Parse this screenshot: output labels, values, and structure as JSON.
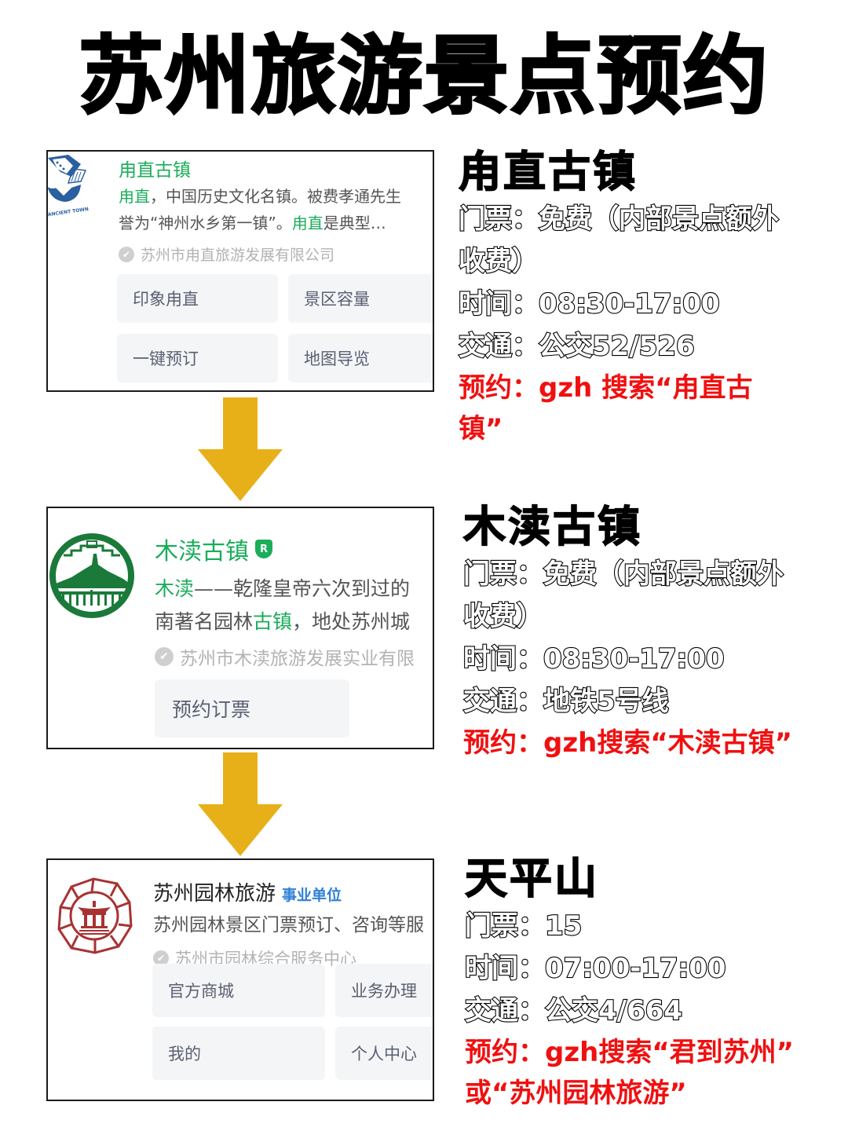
{
  "page": {
    "title": "苏州旅游景点预约"
  },
  "colors": {
    "arrow": "#e8b018",
    "accent_green": "#1aad5a",
    "booking_red": "#f01010",
    "tag_blue": "#2f7fd6"
  },
  "cards": [
    {
      "logo_icon": "luzhi-ancient-town-logo",
      "logo_text": "ANCIENT TOWN",
      "title": "甪直古镇",
      "desc_line1_hl": "甪直",
      "desc_line1_rest": "，中国历史文化名镇。被费孝通先生",
      "desc_line2_pre": "誉为“神州水乡第一镇”。",
      "desc_line2_hl": "甪直",
      "desc_line2_rest": "是典型…",
      "org": "苏州市甪直旅游发展有限公司",
      "menu": [
        "印象甪直",
        "景区容量",
        "一键预订",
        "地图导览"
      ]
    },
    {
      "logo_icon": "mudu-ancient-town-logo",
      "title": "木渎古镇",
      "badge": "R",
      "desc_line1_hl": "木渎",
      "desc_line1_rest": "——乾隆皇帝六次到过的",
      "desc_line2_pre": "南著名园林",
      "desc_line2_hl": "古镇",
      "desc_line2_rest": "，地处苏州城",
      "org": "苏州市木渎旅游发展实业有限",
      "menu": [
        "预约订票"
      ]
    },
    {
      "logo_icon": "suzhou-gardens-pavilion-logo",
      "title": "苏州园林旅游",
      "tag": "事业单位",
      "desc": "苏州园林景区门票预订、咨询等服",
      "org": "苏州市园林综合服务中心",
      "menu": [
        "官方商城",
        "业务办理",
        "我的",
        "个人中心"
      ]
    }
  ],
  "spots": [
    {
      "name": "甪直古镇",
      "ticket_line1": "门票：免费（内部景点额外",
      "ticket_line2": "收费）",
      "hours": "时间：08:30-17:00",
      "transport": "交通：公交52/526",
      "booking_line1": "预约：gzh 搜索“甪直古",
      "booking_line2": "镇”"
    },
    {
      "name": "木渎古镇",
      "ticket_line1": "门票：免费（内部景点额外",
      "ticket_line2": "收费）",
      "hours": "时间：08:30-17:00",
      "transport": "交通：地铁5号线",
      "booking_line1": "预约：gzh搜索“木渎古镇”"
    },
    {
      "name": "天平山",
      "ticket_line1": "门票：15",
      "hours": "时间：07:00-17:00",
      "transport": "交通：公交4/664",
      "booking_line1": "预约：gzh搜索“君到苏州”",
      "booking_line2": "或“苏州园林旅游”"
    }
  ]
}
